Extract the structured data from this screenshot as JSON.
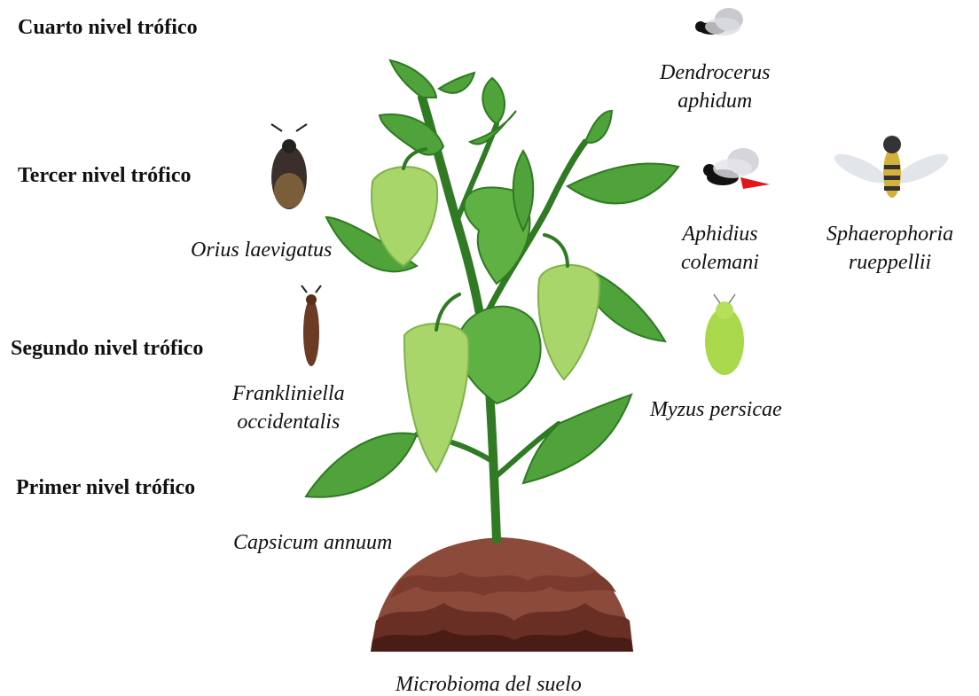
{
  "levels": {
    "fourth": "Cuarto nivel trófico",
    "third": "Tercer nivel trófico",
    "second": "Segundo nivel trófico",
    "first": "Primer nivel trófico"
  },
  "species": {
    "dendrocerus": [
      "Dendrocerus",
      "aphidum"
    ],
    "orius": "Orius laevigatus",
    "aphidius": [
      "Aphidius",
      "colemani"
    ],
    "sphaerophoria": [
      "Sphaerophoria",
      "rueppellii"
    ],
    "frankliniella": [
      "Frankliniella",
      "occidentalis"
    ],
    "myzus": "Myzus persicae",
    "capsicum": "Capsicum annuum"
  },
  "soil_label": "Microbioma del suelo",
  "colors": {
    "leaf": "#4fa33a",
    "leaf_light": "#7cc35a",
    "stem": "#2f7a23",
    "pepper": "#a9d66a",
    "soil_top": "#8b4a3a",
    "soil_mid": "#6a2f24",
    "soil_dark": "#4a1c16"
  }
}
